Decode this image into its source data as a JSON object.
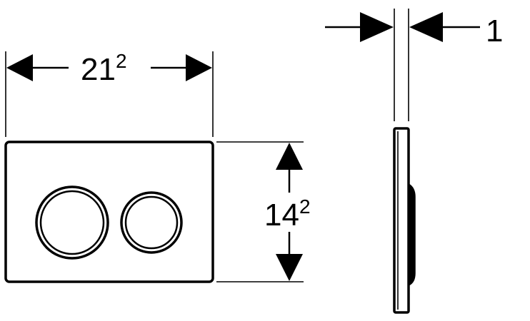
{
  "dimensions": {
    "width": {
      "main": "21",
      "sup": "2"
    },
    "height": {
      "main": "14",
      "sup": "2"
    },
    "thickness": {
      "main": "1"
    }
  },
  "colors": {
    "stroke": "#000000",
    "background": "#ffffff"
  }
}
